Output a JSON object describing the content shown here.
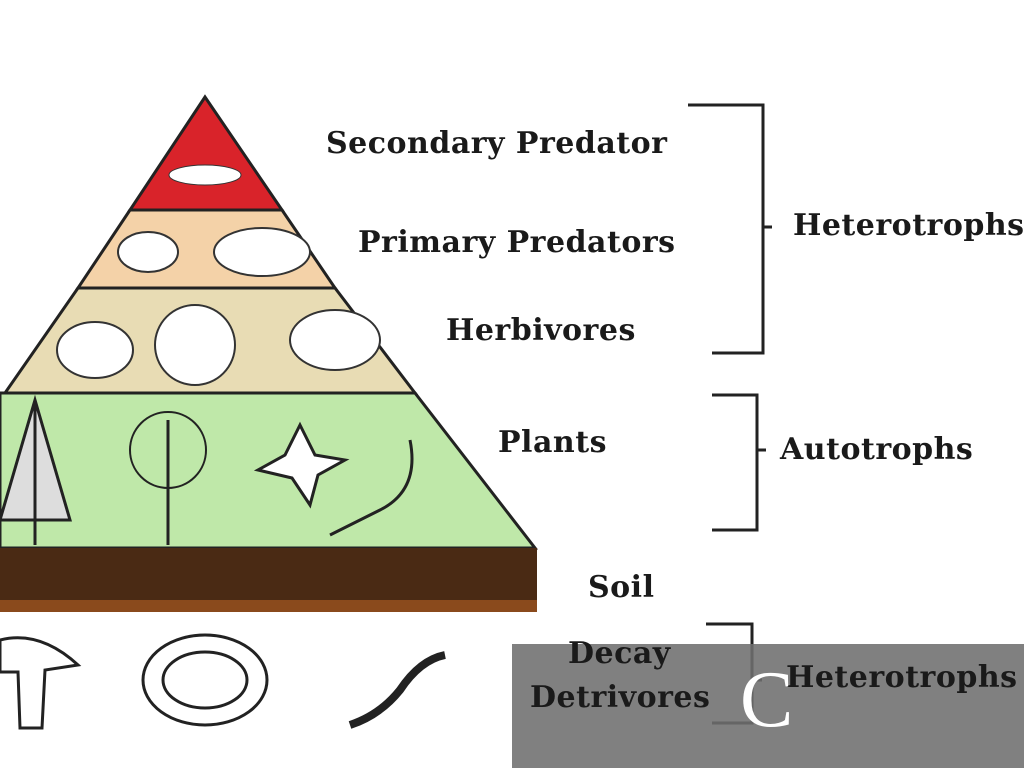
{
  "diagram": {
    "levels": [
      {
        "label": "Secondary Predator",
        "color": "#d9232a"
      },
      {
        "label": "Primary Predators",
        "color": "#f4d2a8"
      },
      {
        "label": "Herbivores",
        "color": "#e8dcb4"
      },
      {
        "label": "Plants",
        "color": "#bfe8a9"
      },
      {
        "label": "Soil",
        "color": "#4a2a14"
      },
      {
        "label": "Decay Detrivores",
        "line1": "Decay",
        "line2": "Detrivores"
      }
    ],
    "groups": {
      "top": "Heterotrophs",
      "middle": "Autotrophs",
      "bottom": "Heterotrophs"
    }
  },
  "overlay": {
    "letter": "C"
  }
}
